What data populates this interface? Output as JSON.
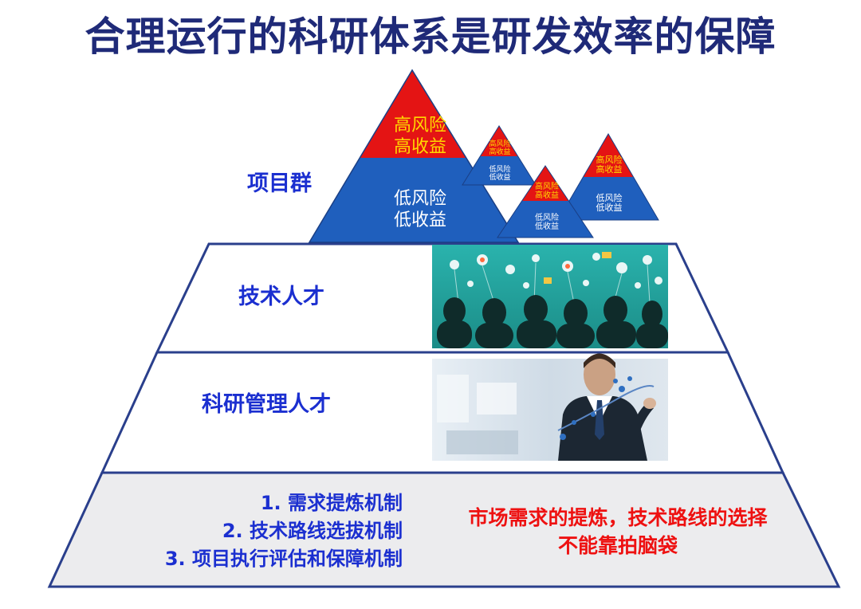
{
  "title": "合理运行的科研体系是研发效率的保障",
  "layers": {
    "project_group": "项目群",
    "tech_talent": "技术人才",
    "research_mgmt_talent": "科研管理人才"
  },
  "mountains": {
    "big": {
      "top": [
        "高风险",
        "高收益"
      ],
      "bottom": [
        "低风险",
        "低收益"
      ]
    },
    "small1": {
      "top": [
        "高风险",
        "高收益"
      ],
      "bottom": [
        "低风险",
        "低收益"
      ]
    },
    "small2": {
      "top": [
        "高风险",
        "高收益"
      ],
      "bottom": [
        "低风险",
        "低收益"
      ]
    },
    "small3": {
      "top": [
        "高风险",
        "高收益"
      ],
      "bottom": [
        "低风险",
        "低收益"
      ]
    }
  },
  "mechanisms": [
    "1.   需求提炼机制",
    "2.  技术路线选拔机制",
    "3.  项目执行评估和保障机制"
  ],
  "note": [
    "市场需求的提炼，技术路线的选择",
    "不能靠拍脑袋"
  ],
  "colors": {
    "title": "#1f2a78",
    "label": "#1b2fd0",
    "note": "#ee1111",
    "risk_top": "#e41414",
    "risk_bottom": "#1f5fbd",
    "risk_text": "#ffd800"
  }
}
